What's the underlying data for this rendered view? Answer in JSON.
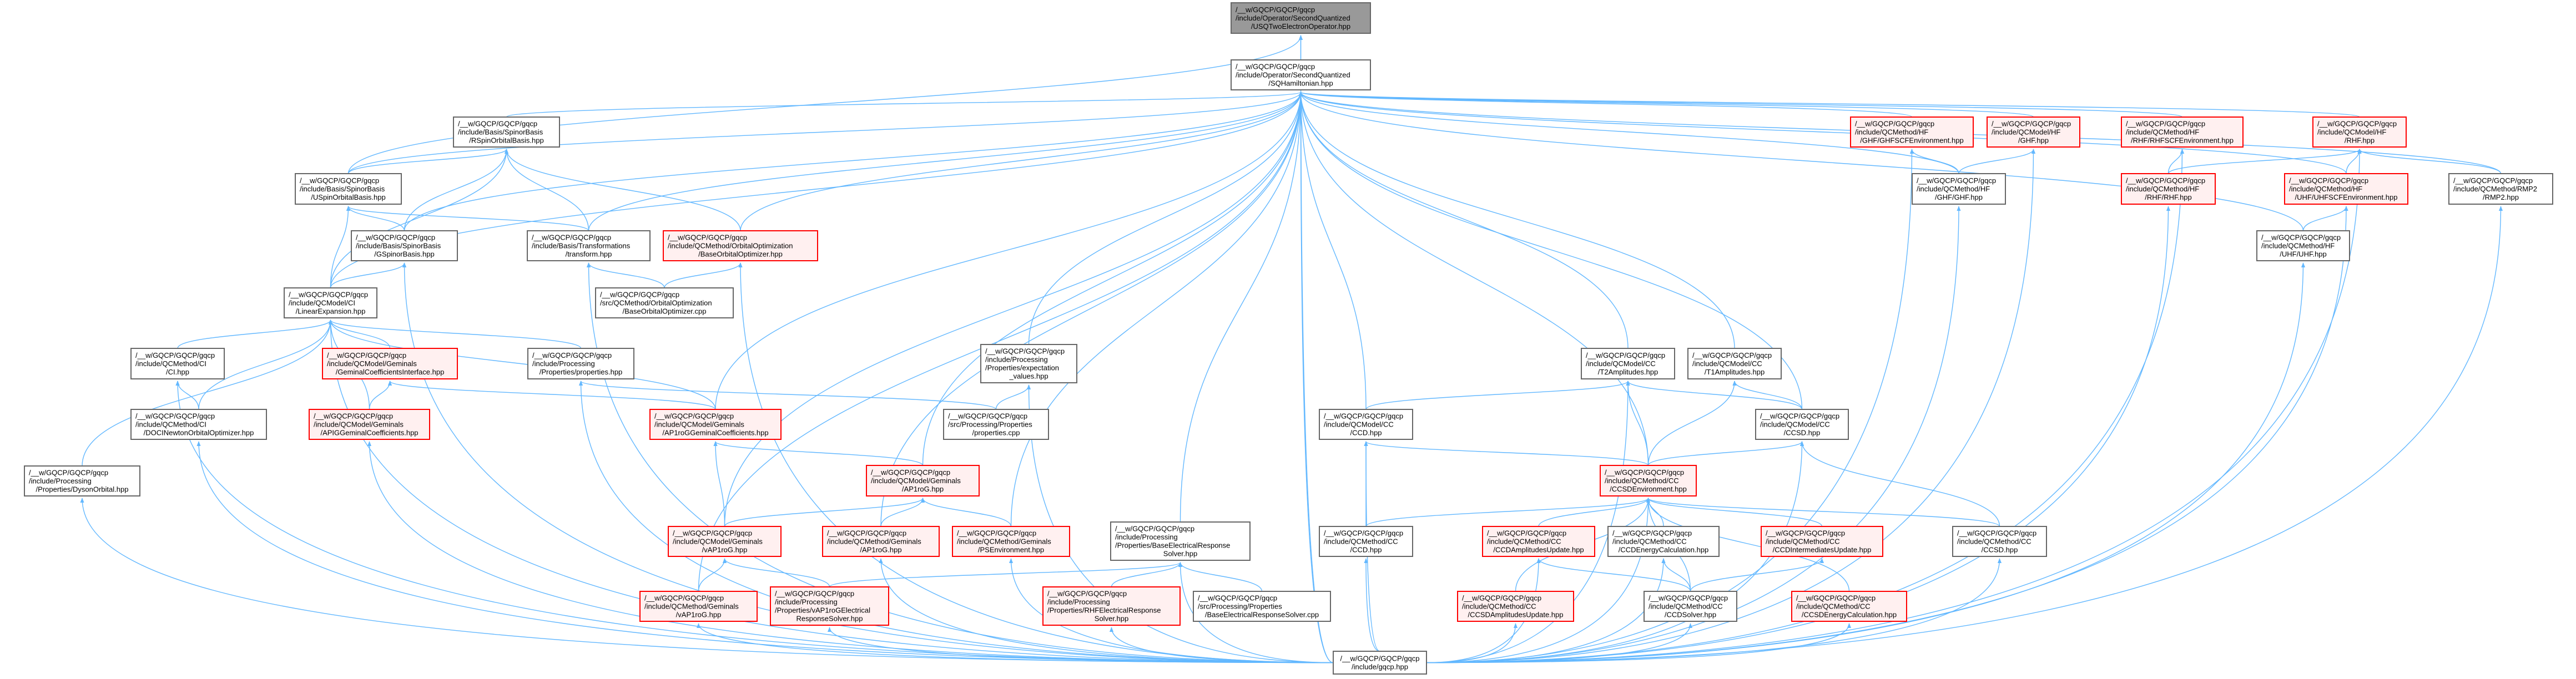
{
  "graph": {
    "title": "Include dependency graph for USQTwoElectronOperator.hpp",
    "colors": {
      "edge": "#63b8ff",
      "focus_fill": "#999999",
      "red_border": "#ff0000",
      "red_fill": "#fff0f0",
      "normal_border": "#666666"
    },
    "nodes": {
      "usqtwo": {
        "style": "focus",
        "lines": [
          "/__w/GQCP/GQCP/gqcp",
          "/include/Operator/SecondQuantized",
          "/USQTwoElectronOperator.hpp"
        ]
      },
      "sqham": {
        "style": "normal",
        "lines": [
          "/__w/GQCP/GQCP/gqcp",
          "/include/Operator/SecondQuantized",
          "/SQHamiltonian.hpp"
        ]
      },
      "rspin": {
        "style": "normal",
        "lines": [
          "/__w/GQCP/GQCP/gqcp",
          "/include/Basis/SpinorBasis",
          "/RSpinOrbitalBasis.hpp"
        ]
      },
      "uspin": {
        "style": "normal",
        "lines": [
          "/__w/GQCP/GQCP/gqcp",
          "/include/Basis/SpinorBasis",
          "/USpinOrbitalBasis.hpp"
        ]
      },
      "gspinor": {
        "style": "normal",
        "lines": [
          "/__w/GQCP/GQCP/gqcp",
          "/include/Basis/SpinorBasis",
          "/GSpinorBasis.hpp"
        ]
      },
      "transform": {
        "style": "normal",
        "lines": [
          "/__w/GQCP/GQCP/gqcp",
          "/include/Basis/Transformations",
          "/transform.hpp"
        ]
      },
      "booh": {
        "style": "red",
        "lines": [
          "/__w/GQCP/GQCP/gqcp",
          "/include/QCMethod/OrbitalOptimization",
          "/BaseOrbitalOptimizer.hpp"
        ]
      },
      "booc": {
        "style": "normal",
        "lines": [
          "/__w/GQCP/GQCP/gqcp",
          "/src/QCMethod/OrbitalOptimization",
          "/BaseOrbitalOptimizer.cpp"
        ]
      },
      "linexp": {
        "style": "normal",
        "lines": [
          "/__w/GQCP/GQCP/gqcp",
          "/include/QCModel/CI",
          "/LinearExpansion.hpp"
        ]
      },
      "ci": {
        "style": "normal",
        "lines": [
          "/__w/GQCP/GQCP/gqcp",
          "/include/QCMethod/CI",
          "/CI.hpp"
        ]
      },
      "gci": {
        "style": "red",
        "lines": [
          "/__w/GQCP/GQCP/gqcp",
          "/include/QCModel/Geminals",
          "/GeminalCoefficientsInterface.hpp"
        ]
      },
      "props": {
        "style": "normal",
        "lines": [
          "/__w/GQCP/GQCP/gqcp",
          "/include/Processing",
          "/Properties/properties.hpp"
        ]
      },
      "doci": {
        "style": "normal",
        "lines": [
          "/__w/GQCP/GQCP/gqcp",
          "/include/QCMethod/CI",
          "/DOCINewtonOrbitalOptimizer.hpp"
        ]
      },
      "apig": {
        "style": "red",
        "lines": [
          "/__w/GQCP/GQCP/gqcp",
          "/include/QCModel/Geminals",
          "/APIGGeminalCoefficients.hpp"
        ]
      },
      "ap1rogc": {
        "style": "red",
        "lines": [
          "/__w/GQCP/GQCP/gqcp",
          "/include/QCModel/Geminals",
          "/AP1roGGeminalCoefficients.hpp"
        ]
      },
      "dyson": {
        "style": "normal",
        "lines": [
          "/__w/GQCP/GQCP/gqcp",
          "/include/Processing",
          "/Properties/DysonOrbital.hpp"
        ]
      },
      "expval": {
        "style": "normal",
        "lines": [
          "/__w/GQCP/GQCP/gqcp",
          "/include/Processing",
          "/Properties/expectation",
          "_values.hpp"
        ]
      },
      "propscpp": {
        "style": "normal",
        "lines": [
          "/__w/GQCP/GQCP/gqcp",
          "/src/Processing/Properties",
          "/properties.cpp"
        ]
      },
      "ap1rogm": {
        "style": "red",
        "lines": [
          "/__w/GQCP/GQCP/gqcp",
          "/include/QCModel/Geminals",
          "/AP1roG.hpp"
        ]
      },
      "vap1rogm": {
        "style": "red",
        "lines": [
          "/__w/GQCP/GQCP/gqcp",
          "/include/QCModel/Geminals",
          "/vAP1roG.hpp"
        ]
      },
      "ap1rogq": {
        "style": "red",
        "lines": [
          "/__w/GQCP/GQCP/gqcp",
          "/include/QCMethod/Geminals",
          "/AP1roG.hpp"
        ]
      },
      "psenv": {
        "style": "red",
        "lines": [
          "/__w/GQCP/GQCP/gqcp",
          "/include/QCMethod/Geminals",
          "/PSEnvironment.hpp"
        ]
      },
      "vap1rogq": {
        "style": "red",
        "lines": [
          "/__w/GQCP/GQCP/gqcp",
          "/include/QCMethod/Geminals",
          "/vAP1roG.hpp"
        ]
      },
      "vers": {
        "style": "red",
        "lines": [
          "/__w/GQCP/GQCP/gqcp",
          "/include/Processing",
          "/Properties/vAP1roGElectrical",
          "ResponseSolver.hpp"
        ]
      },
      "bersh": {
        "style": "normal",
        "lines": [
          "/__w/GQCP/GQCP/gqcp",
          "/include/Processing",
          "/Properties/BaseElectricalResponse",
          "Solver.hpp"
        ]
      },
      "rhfers": {
        "style": "red",
        "lines": [
          "/__w/GQCP/GQCP/gqcp",
          "/include/Processing",
          "/Properties/RHFElectricalResponse",
          "Solver.hpp"
        ]
      },
      "bersc": {
        "style": "normal",
        "lines": [
          "/__w/GQCP/GQCP/gqcp",
          "/src/Processing/Properties",
          "/BaseElectricalResponseSolver.cpp"
        ]
      },
      "ghfscf": {
        "style": "red",
        "lines": [
          "/__w/GQCP/GQCP/gqcp",
          "/include/QCMethod/HF",
          "/GHF/GHFSCFEnvironment.hpp"
        ]
      },
      "ghfq": {
        "style": "normal",
        "lines": [
          "/__w/GQCP/GQCP/gqcp",
          "/include/QCMethod/HF",
          "/GHF/GHF.hpp"
        ]
      },
      "ghfm": {
        "style": "red",
        "lines": [
          "/__w/GQCP/GQCP/gqcp",
          "/include/QCModel/HF",
          "/GHF.hpp"
        ]
      },
      "rhfscf": {
        "style": "red",
        "lines": [
          "/__w/GQCP/GQCP/gqcp",
          "/include/QCMethod/HF",
          "/RHF/RHFSCFEnvironment.hpp"
        ]
      },
      "rhfm": {
        "style": "red",
        "lines": [
          "/__w/GQCP/GQCP/gqcp",
          "/include/QCModel/HF",
          "/RHF.hpp"
        ]
      },
      "rhfq": {
        "style": "red",
        "lines": [
          "/__w/GQCP/GQCP/gqcp",
          "/include/QCMethod/HF",
          "/RHF/RHF.hpp"
        ]
      },
      "uhfscf": {
        "style": "red",
        "lines": [
          "/__w/GQCP/GQCP/gqcp",
          "/include/QCMethod/HF",
          "/UHF/UHFSCFEnvironment.hpp"
        ]
      },
      "rmp2": {
        "style": "normal",
        "lines": [
          "/__w/GQCP/GQCP/gqcp",
          "/include/QCMethod/RMP2",
          "/RMP2.hpp"
        ]
      },
      "uhf": {
        "style": "normal",
        "lines": [
          "/__w/GQCP/GQCP/gqcp",
          "/include/QCMethod/HF",
          "/UHF/UHF.hpp"
        ]
      },
      "t2": {
        "style": "normal",
        "lines": [
          "/__w/GQCP/GQCP/gqcp",
          "/include/QCModel/CC",
          "/T2Amplitudes.hpp"
        ]
      },
      "t1": {
        "style": "normal",
        "lines": [
          "/__w/GQCP/GQCP/gqcp",
          "/include/QCModel/CC",
          "/T1Amplitudes.hpp"
        ]
      },
      "ccdm": {
        "style": "normal",
        "lines": [
          "/__w/GQCP/GQCP/gqcp",
          "/include/QCModel/CC",
          "/CCD.hpp"
        ]
      },
      "ccsdm": {
        "style": "normal",
        "lines": [
          "/__w/GQCP/GQCP/gqcp",
          "/include/QCModel/CC",
          "/CCSD.hpp"
        ]
      },
      "ccsdenv": {
        "style": "red",
        "lines": [
          "/__w/GQCP/GQCP/gqcp",
          "/include/QCMethod/CC",
          "/CCSDEnvironment.hpp"
        ]
      },
      "ccdq": {
        "style": "normal",
        "lines": [
          "/__w/GQCP/GQCP/gqcp",
          "/include/QCMethod/CC",
          "/CCD.hpp"
        ]
      },
      "ccdamp": {
        "style": "red",
        "lines": [
          "/__w/GQCP/GQCP/gqcp",
          "/include/QCMethod/CC",
          "/CCDAmplitudesUpdate.hpp"
        ]
      },
      "ccden": {
        "style": "normal",
        "lines": [
          "/__w/GQCP/GQCP/gqcp",
          "/include/QCMethod/CC",
          "/CCDEnergyCalculation.hpp"
        ]
      },
      "ccdint": {
        "style": "red",
        "lines": [
          "/__w/GQCP/GQCP/gqcp",
          "/include/QCMethod/CC",
          "/CCDIntermediatesUpdate.hpp"
        ]
      },
      "ccsdq": {
        "style": "normal",
        "lines": [
          "/__w/GQCP/GQCP/gqcp",
          "/include/QCMethod/CC",
          "/CCSD.hpp"
        ]
      },
      "ccsdamp": {
        "style": "red",
        "lines": [
          "/__w/GQCP/GQCP/gqcp",
          "/include/QCMethod/CC",
          "/CCSDAmplitudesUpdate.hpp"
        ]
      },
      "ccdsolv": {
        "style": "normal",
        "lines": [
          "/__w/GQCP/GQCP/gqcp",
          "/include/QCMethod/CC",
          "/CCDSolver.hpp"
        ]
      },
      "ccsden": {
        "style": "red",
        "lines": [
          "/__w/GQCP/GQCP/gqcp",
          "/include/QCMethod/CC",
          "/CCSDEnergyCalculation.hpp"
        ]
      },
      "gqcp": {
        "style": "normal",
        "lines": [
          "/__w/GQCP/GQCP/gqcp",
          "/include/gqcp.hpp"
        ]
      }
    },
    "edges": [
      [
        "sqham",
        "usqtwo"
      ],
      [
        "uspin",
        "usqtwo"
      ],
      [
        "gqcp",
        "usqtwo"
      ],
      [
        "rspin",
        "sqham"
      ],
      [
        "uspin",
        "sqham"
      ],
      [
        "gspinor",
        "sqham"
      ],
      [
        "linexp",
        "sqham"
      ],
      [
        "transform",
        "sqham"
      ],
      [
        "booh",
        "sqham"
      ],
      [
        "ap1rogc",
        "sqham"
      ],
      [
        "ap1rogm",
        "sqham"
      ],
      [
        "vap1rogm",
        "sqham"
      ],
      [
        "ap1rogq",
        "sqham"
      ],
      [
        "psenv",
        "sqham"
      ],
      [
        "expval",
        "sqham"
      ],
      [
        "bersh",
        "sqham"
      ],
      [
        "vap1rogq",
        "sqham"
      ],
      [
        "ghfscf",
        "sqham"
      ],
      [
        "ghfm",
        "sqham"
      ],
      [
        "rhfscf",
        "sqham"
      ],
      [
        "rhfm",
        "sqham"
      ],
      [
        "ghfq",
        "sqham"
      ],
      [
        "t2",
        "sqham"
      ],
      [
        "t1",
        "sqham"
      ],
      [
        "ccdm",
        "sqham"
      ],
      [
        "ccsdm",
        "sqham"
      ],
      [
        "ccsdenv",
        "sqham"
      ],
      [
        "uhf",
        "sqham"
      ],
      [
        "rmp2",
        "sqham"
      ],
      [
        "uhfscf",
        "sqham"
      ],
      [
        "gqcp",
        "sqham"
      ],
      [
        "uspin",
        "rspin"
      ],
      [
        "gspinor",
        "rspin"
      ],
      [
        "gspinor",
        "uspin"
      ],
      [
        "transform",
        "rspin"
      ],
      [
        "transform",
        "uspin"
      ],
      [
        "linexp",
        "rspin"
      ],
      [
        "linexp",
        "gspinor"
      ],
      [
        "linexp",
        "uspin"
      ],
      [
        "booh",
        "rspin"
      ],
      [
        "booc",
        "booh"
      ],
      [
        "booc",
        "transform"
      ],
      [
        "ci",
        "linexp"
      ],
      [
        "doci",
        "ci"
      ],
      [
        "doci",
        "linexp"
      ],
      [
        "gci",
        "linexp"
      ],
      [
        "apig",
        "gci"
      ],
      [
        "apig",
        "linexp"
      ],
      [
        "props",
        "linexp"
      ],
      [
        "ap1rogc",
        "gci"
      ],
      [
        "ap1rogc",
        "linexp"
      ],
      [
        "dyson",
        "linexp"
      ],
      [
        "propscpp",
        "props"
      ],
      [
        "propscpp",
        "expval"
      ],
      [
        "ap1rogm",
        "ap1rogc"
      ],
      [
        "vap1rogm",
        "ap1rogc"
      ],
      [
        "vap1rogm",
        "ap1rogm"
      ],
      [
        "ap1rogq",
        "ap1rogm"
      ],
      [
        "psenv",
        "ap1rogm"
      ],
      [
        "vap1rogq",
        "vap1rogm"
      ],
      [
        "vers",
        "vap1rogm"
      ],
      [
        "vers",
        "bersh"
      ],
      [
        "rhfers",
        "bersh"
      ],
      [
        "bersc",
        "bersh"
      ],
      [
        "ghfq",
        "ghfscf"
      ],
      [
        "ghfq",
        "ghfm"
      ],
      [
        "rhfq",
        "rhfscf"
      ],
      [
        "rhfq",
        "rhfm"
      ],
      [
        "uhfscf",
        "rhfm"
      ],
      [
        "uhf",
        "uhfscf"
      ],
      [
        "rmp2",
        "rhfm"
      ],
      [
        "ccdm",
        "t2"
      ],
      [
        "ccsdm",
        "t1"
      ],
      [
        "ccsdm",
        "t2"
      ],
      [
        "ccsdenv",
        "t1"
      ],
      [
        "ccsdenv",
        "t2"
      ],
      [
        "ccsdenv",
        "ccdm"
      ],
      [
        "ccsdenv",
        "ccsdm"
      ],
      [
        "ccdq",
        "ccdm"
      ],
      [
        "ccdq",
        "ccsdenv"
      ],
      [
        "ccdamp",
        "ccsdenv"
      ],
      [
        "ccden",
        "ccsdenv"
      ],
      [
        "ccdint",
        "ccsdenv"
      ],
      [
        "ccsdq",
        "ccsdenv"
      ],
      [
        "ccsdq",
        "ccsdm"
      ],
      [
        "ccsdamp",
        "ccsdenv"
      ],
      [
        "ccdsolv",
        "ccdamp"
      ],
      [
        "ccdsolv",
        "ccden"
      ],
      [
        "ccdsolv",
        "ccdint"
      ],
      [
        "ccdsolv",
        "ccsdenv"
      ],
      [
        "ccsden",
        "ccsdenv"
      ],
      [
        "gqcp",
        "dyson"
      ],
      [
        "gqcp",
        "ci"
      ],
      [
        "gqcp",
        "doci"
      ],
      [
        "gqcp",
        "apig"
      ],
      [
        "gqcp",
        "linexp"
      ],
      [
        "gqcp",
        "gspinor"
      ],
      [
        "gqcp",
        "transform"
      ],
      [
        "gqcp",
        "booh"
      ],
      [
        "gqcp",
        "props"
      ],
      [
        "gqcp",
        "vap1rogq"
      ],
      [
        "gqcp",
        "vers"
      ],
      [
        "gqcp",
        "ap1rogq"
      ],
      [
        "gqcp",
        "psenv"
      ],
      [
        "gqcp",
        "expval"
      ],
      [
        "gqcp",
        "rhfers"
      ],
      [
        "gqcp",
        "bersh"
      ],
      [
        "gqcp",
        "ccdq"
      ],
      [
        "gqcp",
        "ccdm"
      ],
      [
        "gqcp",
        "ccsdamp"
      ],
      [
        "gqcp",
        "ccdsolv"
      ],
      [
        "gqcp",
        "ccsden"
      ],
      [
        "gqcp",
        "ccden"
      ],
      [
        "gqcp",
        "ccdamp"
      ],
      [
        "gqcp",
        "ccsdenv"
      ],
      [
        "gqcp",
        "ccsdq"
      ],
      [
        "gqcp",
        "ccsdm"
      ],
      [
        "gqcp",
        "ghfq"
      ],
      [
        "gqcp",
        "ghfm"
      ],
      [
        "gqcp",
        "ghfscf"
      ],
      [
        "gqcp",
        "rhfq"
      ],
      [
        "gqcp",
        "rhfscf"
      ],
      [
        "gqcp",
        "rhfm"
      ],
      [
        "gqcp",
        "uhfscf"
      ],
      [
        "gqcp",
        "uhf"
      ],
      [
        "gqcp",
        "rmp2"
      ],
      [
        "gqcp",
        "t2"
      ]
    ]
  }
}
